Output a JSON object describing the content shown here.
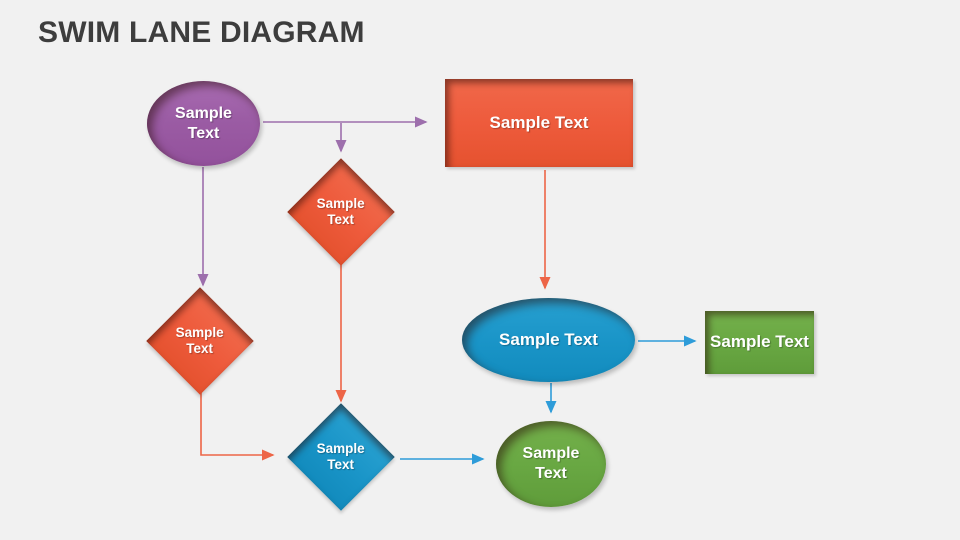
{
  "title": "SWIM LANE DIAGRAM",
  "colors": {
    "background": "#f1f1f1",
    "title": "#3d3d3d",
    "purple": "#9b5ca4",
    "orange": "#ee5b3c",
    "blue": "#1a95c8",
    "green": "#69a843",
    "arrow_purple": "#9d6fac",
    "arrow_orange": "#ed6547",
    "arrow_blue": "#2e9cd9"
  },
  "nodes": [
    {
      "id": "start-ellipse",
      "shape": "ellipse",
      "color": "purple",
      "label": "Sample Text"
    },
    {
      "id": "process-rect-1",
      "shape": "rectangle",
      "color": "orange",
      "label": "Sample Text"
    },
    {
      "id": "decision-1",
      "shape": "diamond",
      "color": "orange",
      "label": "Sample Text"
    },
    {
      "id": "decision-2",
      "shape": "diamond",
      "color": "orange",
      "label": "Sample Text"
    },
    {
      "id": "process-ellipse",
      "shape": "ellipse",
      "color": "blue",
      "label": "Sample Text"
    },
    {
      "id": "task-rect",
      "shape": "rectangle",
      "color": "green",
      "label": "Sample Text"
    },
    {
      "id": "decision-3",
      "shape": "diamond",
      "color": "blue",
      "label": "Sample Text"
    },
    {
      "id": "end-ellipse",
      "shape": "ellipse",
      "color": "green",
      "label": "Sample Text"
    }
  ],
  "edges": [
    {
      "from": "start-ellipse",
      "to": "process-rect-1",
      "color": "arrow_purple",
      "path": "right"
    },
    {
      "from": "start-ellipse",
      "to": "decision-1",
      "color": "arrow_purple",
      "path": "branch-down"
    },
    {
      "from": "start-ellipse",
      "to": "decision-2",
      "color": "arrow_purple",
      "path": "down"
    },
    {
      "from": "decision-1",
      "to": "decision-3",
      "color": "arrow_orange",
      "path": "down"
    },
    {
      "from": "process-rect-1",
      "to": "process-ellipse",
      "color": "arrow_orange",
      "path": "down"
    },
    {
      "from": "decision-2",
      "to": "decision-3",
      "color": "arrow_orange",
      "path": "down-right-elbow"
    },
    {
      "from": "decision-3",
      "to": "end-ellipse",
      "color": "arrow_blue",
      "path": "right"
    },
    {
      "from": "process-ellipse",
      "to": "end-ellipse",
      "color": "arrow_blue",
      "path": "down"
    },
    {
      "from": "process-ellipse",
      "to": "task-rect",
      "color": "arrow_blue",
      "path": "right"
    }
  ]
}
